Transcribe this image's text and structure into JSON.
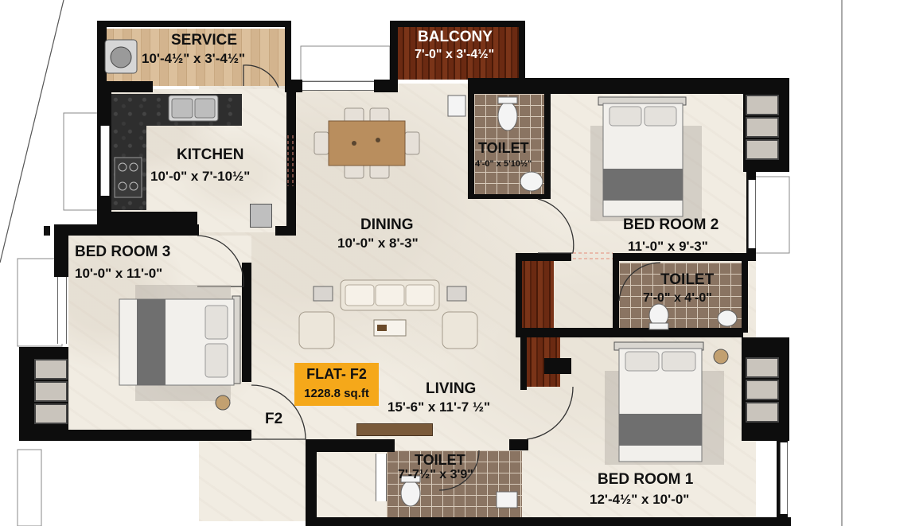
{
  "flat": {
    "name": "FLAT- F2",
    "area": "1228.8 sq.ft",
    "door_tag": "F2",
    "badge_color": "#f5a81a"
  },
  "rooms": {
    "service": {
      "name": "SERVICE",
      "dim": "10'-4½\" x 3'-4½\""
    },
    "balcony": {
      "name": "BALCONY",
      "dim": "7'-0\" x 3'-4½\""
    },
    "kitchen": {
      "name": "KITCHEN",
      "dim": "10'-0\" x 7'-10½\""
    },
    "toilet_a": {
      "name": "TOILET",
      "dim": "4'-0\" x 5'10½\""
    },
    "bedroom2": {
      "name": "BED ROOM 2",
      "dim": "11'-0\" x 9'-3\""
    },
    "dining": {
      "name": "DINING",
      "dim": "10'-0\" x 8'-3\""
    },
    "bedroom3": {
      "name": "BED ROOM 3",
      "dim": "10'-0\" x 11'-0\""
    },
    "toilet_b": {
      "name": "TOILET",
      "dim": "7'-0\" x 4'-0\""
    },
    "living": {
      "name": "LIVING",
      "dim": "15'-6\" x 11'-7 ½\""
    },
    "toilet_c": {
      "name": "TOILET",
      "dim": "7'-7½\" x 3'9\""
    },
    "bedroom1": {
      "name": "BED ROOM 1",
      "dim": "12'-4½\" x 10'-0\""
    }
  }
}
